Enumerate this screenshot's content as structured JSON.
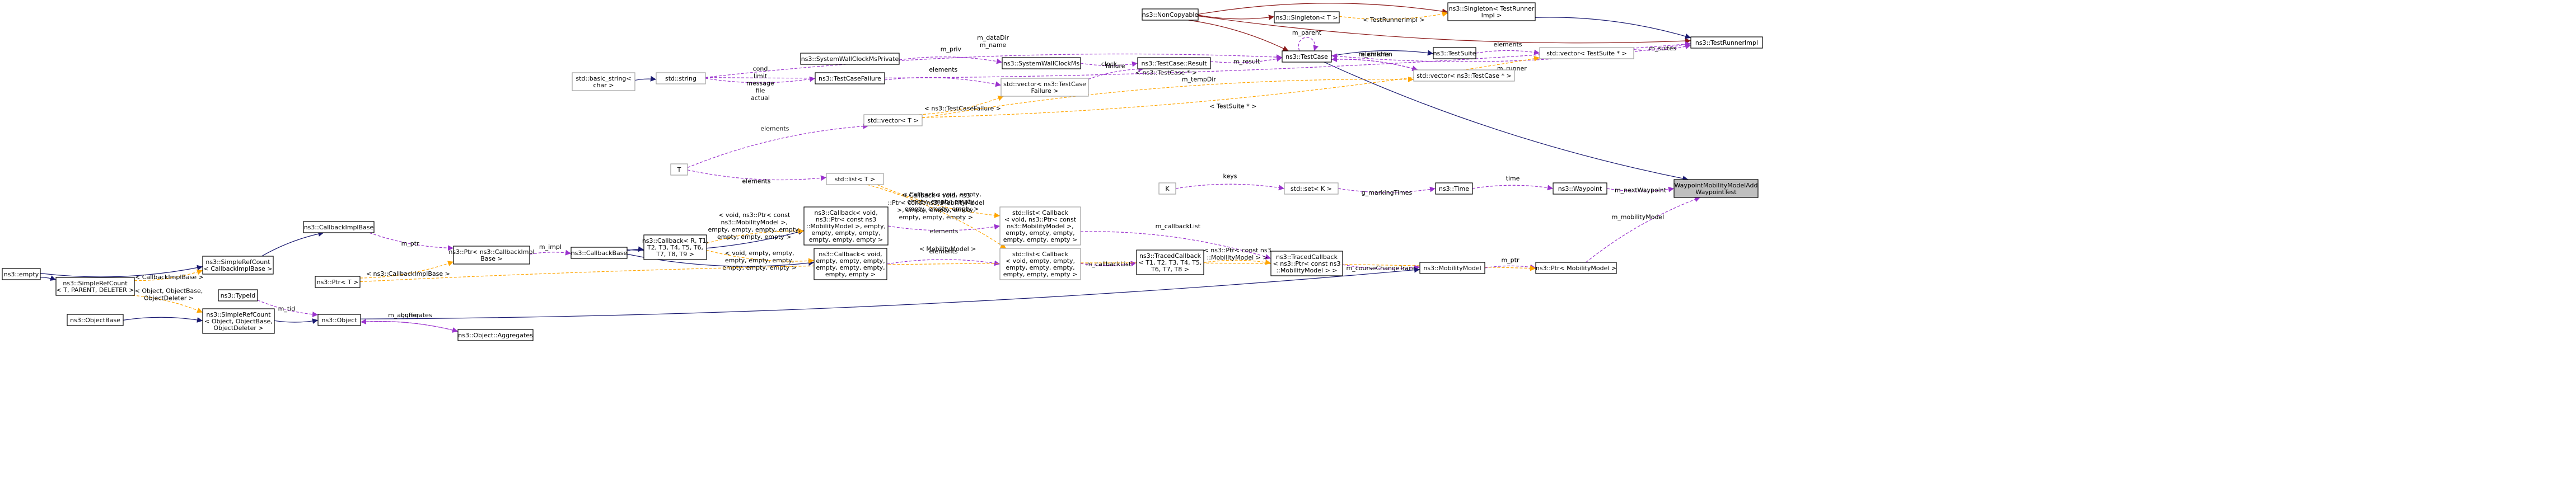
{
  "colors": {
    "inherit": "#191970",
    "usage": "#9a32cd",
    "template": "#ffa500",
    "private": "#8b1a1a",
    "highlight_fill": "#bfbfbf",
    "node_fill": "#ffffff"
  },
  "nodes": [
    {
      "id": "noncopyable",
      "lines": [
        "ns3::NonCopyable"
      ]
    },
    {
      "id": "singleton_trunner",
      "lines": [
        "ns3::Singleton< TestRunner",
        "Impl >"
      ]
    },
    {
      "id": "singleton_t",
      "lines": [
        "ns3::Singleton< T >"
      ]
    },
    {
      "id": "testrunnerimpl",
      "lines": [
        "ns3::TestRunnerImpl"
      ]
    },
    {
      "id": "testcase",
      "lines": [
        "ns3::TestCase"
      ]
    },
    {
      "id": "testsuite",
      "lines": [
        "ns3::TestSuite"
      ]
    },
    {
      "id": "vec_testsuite",
      "lines": [
        "std::vector< TestSuite * >"
      ],
      "dashed": true
    },
    {
      "id": "vec_testcase_ptr",
      "lines": [
        "std::vector< ns3::TestCase * >"
      ],
      "dashed": true
    },
    {
      "id": "sysclockpriv",
      "lines": [
        "ns3::SystemWallClockMsPrivate"
      ]
    },
    {
      "id": "sysclock",
      "lines": [
        "ns3::SystemWallClockMs"
      ]
    },
    {
      "id": "testcase_result",
      "lines": [
        "ns3::TestCase::Result"
      ]
    },
    {
      "id": "testcasefailure",
      "lines": [
        "ns3::TestCaseFailure"
      ]
    },
    {
      "id": "vec_failure",
      "lines": [
        "std::vector< ns3::TestCase",
        "Failure >"
      ],
      "dashed": true
    },
    {
      "id": "basic_string",
      "lines": [
        "std::basic_string<",
        "char >"
      ],
      "dashed": true
    },
    {
      "id": "stdstring",
      "lines": [
        "std::string"
      ],
      "dashed": true
    },
    {
      "id": "stdvector_t",
      "lines": [
        "std::vector< T >"
      ],
      "dashed": true
    },
    {
      "id": "t_node",
      "lines": [
        "T"
      ],
      "dashed": true
    },
    {
      "id": "k_node",
      "lines": [
        "K"
      ],
      "dashed": true
    },
    {
      "id": "stdset_k",
      "lines": [
        "std::set< K >"
      ],
      "dashed": true
    },
    {
      "id": "time",
      "lines": [
        "ns3::Time"
      ]
    },
    {
      "id": "waypoint",
      "lines": [
        "ns3::Waypoint"
      ]
    },
    {
      "id": "wmmat",
      "lines": [
        "WaypointMobilityModelAdd",
        "WaypointTest"
      ],
      "highlight": true
    },
    {
      "id": "stdlist_t",
      "lines": [
        "std::list< T >"
      ],
      "dashed": true
    },
    {
      "id": "list_cb_mobility",
      "lines": [
        "std::list< Callback",
        "< void, ns3::Ptr< const",
        "ns3::MobilityModel >,",
        "empty, empty, empty,",
        "empty, empty, empty >"
      ],
      "dashed": true
    },
    {
      "id": "list_cb_empty",
      "lines": [
        "std::list< Callback",
        "< void, empty, empty,",
        "empty, empty, empty,",
        "empty, empty, empty >"
      ],
      "dashed": true
    },
    {
      "id": "callback_mobility",
      "lines": [
        "ns3::Callback< void,",
        "ns3::Ptr< const ns3",
        "::MobilityModel >, empty,",
        "empty, empty, empty,",
        "empty, empty, empty >"
      ]
    },
    {
      "id": "callback_r",
      "lines": [
        "ns3::Callback< R, T1,",
        "T2, T3, T4, T5, T6,",
        "T7, T8, T9 >"
      ]
    },
    {
      "id": "callback_empty",
      "lines": [
        "ns3::Callback< void,",
        "empty, empty, empty,",
        "empty, empty, empty,",
        "empty, empty >"
      ]
    },
    {
      "id": "callbackbase",
      "lines": [
        "ns3::CallbackBase"
      ]
    },
    {
      "id": "traced_cb_t",
      "lines": [
        "ns3::TracedCallback",
        "< T1, T2, T3, T4, T5,",
        "T6, T7, T8 >"
      ]
    },
    {
      "id": "traced_cb_mobility",
      "lines": [
        "ns3::TracedCallback",
        "< ns3::Ptr< const ns3",
        "::MobilityModel > >"
      ]
    },
    {
      "id": "mobilitymodel",
      "lines": [
        "ns3::MobilityModel"
      ]
    },
    {
      "id": "ptr_mobility",
      "lines": [
        "ns3::Ptr< MobilityModel >"
      ]
    },
    {
      "id": "callbackimplbase",
      "lines": [
        "ns3::CallbackImplBase"
      ]
    },
    {
      "id": "ptr_callbackimpl",
      "lines": [
        "ns3::Ptr< ns3::CallbackImpl",
        "Base >"
      ]
    },
    {
      "id": "simplerefcount_cb",
      "lines": [
        "ns3::SimpleRefCount",
        "< CallbackImplBase >"
      ]
    },
    {
      "id": "ptr_t",
      "lines": [
        "ns3::Ptr< T >"
      ]
    },
    {
      "id": "empty",
      "lines": [
        "ns3::empty"
      ]
    },
    {
      "id": "simplerefcount_t",
      "lines": [
        "ns3::SimpleRefCount",
        "< T, PARENT, DELETER >"
      ]
    },
    {
      "id": "typeid",
      "lines": [
        "ns3::TypeId"
      ]
    },
    {
      "id": "object",
      "lines": [
        "ns3::Object"
      ]
    },
    {
      "id": "simplerefcount_obj",
      "lines": [
        "ns3::SimpleRefCount",
        "< Object, ObjectBase,",
        "ObjectDeleter >"
      ]
    },
    {
      "id": "objectbase",
      "lines": [
        "ns3::ObjectBase"
      ]
    },
    {
      "id": "aggregates",
      "lines": [
        "ns3::Object::Aggregates"
      ]
    }
  ],
  "edges": [
    {
      "from": "noncopyable",
      "to": "singleton_trunner",
      "kind": "private"
    },
    {
      "from": "noncopyable",
      "to": "singleton_t",
      "kind": "private"
    },
    {
      "from": "noncopyable",
      "to": "testcase",
      "kind": "private"
    },
    {
      "from": "noncopyable",
      "to": "testrunnerimpl",
      "kind": "private"
    },
    {
      "from": "singleton_trunner",
      "to": "testrunnerimpl",
      "kind": "inherit"
    },
    {
      "from": "singleton_t",
      "to": "singleton_trunner",
      "kind": "template",
      "label": "< TestRunnerImpl >"
    },
    {
      "from": "testcase",
      "to": "testsuite",
      "kind": "inherit"
    },
    {
      "from": "testcase",
      "to": "wmmat",
      "kind": "inherit"
    },
    {
      "from": "testrunnerimpl",
      "to": "testcase",
      "kind": "usage",
      "label": "m_runner"
    },
    {
      "from": "testcase",
      "to": "testcase",
      "kind": "usage",
      "label": "m_parent"
    },
    {
      "from": "testsuite",
      "to": "vec_testsuite",
      "kind": "usage",
      "label": "elements"
    },
    {
      "from": "vec_testsuite",
      "to": "testrunnerimpl",
      "kind": "usage",
      "label": "m_suites"
    },
    {
      "from": "testcase",
      "to": "vec_testcase_ptr",
      "kind": "usage",
      "label": "elements"
    },
    {
      "from": "vec_testcase_ptr",
      "to": "testcase",
      "kind": "usage",
      "label": "m_children"
    },
    {
      "from": "sysclockpriv",
      "to": "sysclock",
      "kind": "usage",
      "label": "m_priv"
    },
    {
      "from": "sysclock",
      "to": "testcase_result",
      "kind": "usage",
      "label": "clock"
    },
    {
      "from": "vec_failure",
      "to": "testcase_result",
      "kind": "usage",
      "label": "failure"
    },
    {
      "from": "testcase_result",
      "to": "testcase",
      "kind": "usage",
      "label": "m_result"
    },
    {
      "from": "testcasefailure",
      "to": "vec_failure",
      "kind": "usage",
      "label": "elements"
    },
    {
      "from": "stdstring",
      "to": "testcasefailure",
      "kind": "usage",
      "label": "cond\nlimit\nmessage\nfile\nactual"
    },
    {
      "from": "stdstring",
      "to": "testcase",
      "kind": "usage",
      "label": "m_dataDir\nm_name"
    },
    {
      "from": "stdstring",
      "to": "testrunnerimpl",
      "kind": "usage",
      "label": "m_tempDir"
    },
    {
      "from": "basic_string",
      "to": "stdstring",
      "kind": "inherit"
    },
    {
      "from": "stdvector_t",
      "to": "vec_failure",
      "kind": "template",
      "label": "< ns3::TestCaseFailure >"
    },
    {
      "from": "stdvector_t",
      "to": "vec_testcase_ptr",
      "kind": "template",
      "label": "< ns3::TestCase * >"
    },
    {
      "from": "stdvector_t",
      "to": "vec_testsuite",
      "kind": "template",
      "label": "< TestSuite * >"
    },
    {
      "from": "t_node",
      "to": "stdvector_t",
      "kind": "usage",
      "label": "elements"
    },
    {
      "from": "t_node",
      "to": "stdlist_t",
      "kind": "usage",
      "label": "elements"
    },
    {
      "from": "k_node",
      "to": "stdset_k",
      "kind": "usage",
      "label": "keys"
    },
    {
      "from": "stdset_k",
      "to": "time",
      "kind": "usage",
      "label": "g_markingTimes"
    },
    {
      "from": "time",
      "to": "waypoint",
      "kind": "usage",
      "label": "time"
    },
    {
      "from": "waypoint",
      "to": "wmmat",
      "kind": "usage",
      "label": "m_nextWaypoint"
    },
    {
      "from": "ptr_mobility",
      "to": "wmmat",
      "kind": "usage",
      "label": "m_mobilityModel"
    },
    {
      "from": "stdlist_t",
      "to": "list_cb_mobility",
      "kind": "template",
      "label": "< Callback< void, ns3\n::Ptr< const ns3::MobilityModel\n>, empty, empty, empty,\nempty, empty, empty >"
    },
    {
      "from": "stdlist_t",
      "to": "list_cb_empty",
      "kind": "template",
      "label": "< Callback< void, empty,\nempty, empty, empty,\nempty, empty, empty >"
    },
    {
      "from": "callback_mobility",
      "to": "list_cb_mobility",
      "kind": "usage",
      "label": "elements"
    },
    {
      "from": "callback_empty",
      "to": "list_cb_empty",
      "kind": "usage",
      "label": "elements"
    },
    {
      "from": "callbackbase",
      "to": "callback_mobility",
      "kind": "inherit"
    },
    {
      "from": "callbackbase",
      "to": "callback_r",
      "kind": "inherit"
    },
    {
      "from": "callbackbase",
      "to": "callback_empty",
      "kind": "inherit"
    },
    {
      "from": "callback_r",
      "to": "callback_mobility",
      "kind": "template",
      "label": "< void, ns3::Ptr< const\nns3::MobilityModel >,\nempty, empty, empty, empty,\nempty, empty, empty >"
    },
    {
      "from": "callback_r",
      "to": "callback_empty",
      "kind": "template",
      "label": "< void, empty, empty,\nempty, empty, empty,\nempty, empty, empty >"
    },
    {
      "from": "list_cb_mobility",
      "to": "traced_cb_mobility",
      "kind": "usage",
      "label": "m_callbackList"
    },
    {
      "from": "list_cb_empty",
      "to": "traced_cb_t",
      "kind": "usage",
      "label": "m_callbackList"
    },
    {
      "from": "traced_cb_t",
      "to": "traced_cb_mobility",
      "kind": "template",
      "label": "< ns3::Ptr< const ns3\n::MobilityModel > >"
    },
    {
      "from": "traced_cb_mobility",
      "to": "mobilitymodel",
      "kind": "usage",
      "label": "m_courseChangeTrace"
    },
    {
      "from": "mobilitymodel",
      "to": "ptr_mobility",
      "kind": "usage",
      "label": "m_ptr"
    },
    {
      "from": "object",
      "to": "mobilitymodel",
      "kind": "inherit"
    },
    {
      "from": "ptr_callbackimpl",
      "to": "callbackbase",
      "kind": "usage",
      "label": "m_impl"
    },
    {
      "from": "callbackimplbase",
      "to": "ptr_callbackimpl",
      "kind": "usage",
      "label": "m_ptr"
    },
    {
      "from": "simplerefcount_cb",
      "to": "callbackimplbase",
      "kind": "inherit"
    },
    {
      "from": "ptr_t",
      "to": "ptr_callbackimpl",
      "kind": "template",
      "label": "< ns3::CallbackImplBase >"
    },
    {
      "from": "ptr_t",
      "to": "ptr_mobility",
      "kind": "template",
      "label": "< MobilityModel >"
    },
    {
      "from": "empty",
      "to": "simplerefcount_cb",
      "kind": "inherit"
    },
    {
      "from": "empty",
      "to": "simplerefcount_t",
      "kind": "inherit"
    },
    {
      "from": "simplerefcount_t",
      "to": "simplerefcount_cb",
      "kind": "template",
      "label": "< CallbackImplBase >"
    },
    {
      "from": "simplerefcount_t",
      "to": "simplerefcount_obj",
      "kind": "template",
      "label": "< Object, ObjectBase,\nObjectDeleter >"
    },
    {
      "from": "simplerefcount_obj",
      "to": "object",
      "kind": "inherit"
    },
    {
      "from": "objectbase",
      "to": "simplerefcount_obj",
      "kind": "inherit"
    },
    {
      "from": "typeid",
      "to": "object",
      "kind": "usage",
      "label": "m_tid"
    },
    {
      "from": "object",
      "to": "aggregates",
      "kind": "usage",
      "label": "m_aggregates"
    },
    {
      "from": "aggregates",
      "to": "object",
      "kind": "usage",
      "label": "buffer"
    }
  ]
}
